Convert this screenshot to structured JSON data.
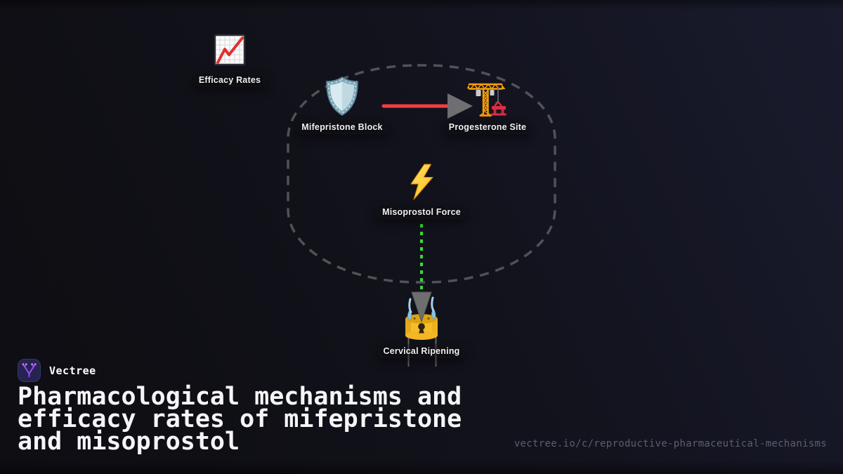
{
  "brand": {
    "name": "Vectree",
    "url": "vectree.io/c/reproductive-pharmaceutical-mechanisms"
  },
  "title_lines": [
    "Pharmacological mechanisms and",
    "efficacy rates of mifepristone",
    "and misoprostol"
  ],
  "diagram": {
    "nodes": [
      {
        "id": "efficacy-rates",
        "label": "Efficacy Rates",
        "icon": "chart-increasing-icon"
      },
      {
        "id": "mifepristone-block",
        "label": "Mifepristone Block",
        "icon": "shield-icon"
      },
      {
        "id": "progesterone-site",
        "label": "Progesterone Site",
        "icon": "construction-crane-icon"
      },
      {
        "id": "misoprostol-force",
        "label": "Misoprostol Force",
        "icon": "lightning-bolt-icon"
      },
      {
        "id": "cervical-ripening",
        "label": "Cervical Ripening",
        "icon": "unlocking-padlock-icon"
      }
    ],
    "connectors": [
      {
        "id": "receptor-boundary",
        "style": "dashed-rounded-outline",
        "color": "#515157"
      },
      {
        "id": "inhibition-arrow",
        "style": "solid-red-arrow",
        "from": "mifepristone-block",
        "to": "progesterone-site"
      },
      {
        "id": "force-connector",
        "style": "dashed-green-line",
        "from": "misoprostol-force",
        "to": "cervical-ripening"
      }
    ]
  },
  "colors": {
    "background_base": "#0f0f15",
    "background_top_right": "#191b2d",
    "boundary_dash": "#515157",
    "inhibit_arrow_red": "#ef4040",
    "arrowhead_gray": "#6f6f72",
    "force_connector_green": "#3cd63c",
    "canal_line_gray": "#66666a",
    "bolt_gold": "#ffcf3d",
    "lock_gold": "#f5bd2a",
    "shield_blue": "#d9eaf0",
    "crane_orange": "#f59e0b",
    "label_text": "#f0f0f0",
    "title_text": "#f5f5f7",
    "url_text": "#5a5f70",
    "logo_bg": "#262350",
    "logo_accent": "#9b4ef3"
  }
}
